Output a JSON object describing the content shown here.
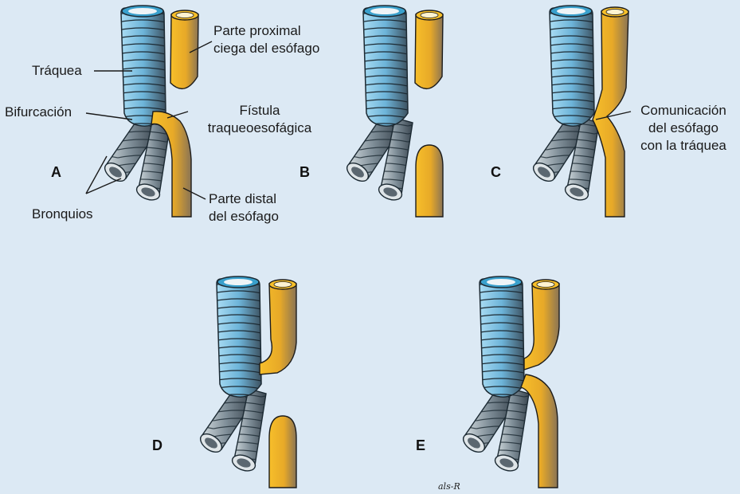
{
  "colors": {
    "background": "#dce9f4",
    "trachea_light": "#9fd4ee",
    "trachea_mid": "#5aa9cf",
    "trachea_dark": "#3a4650",
    "esophagus_light": "#f7bf2a",
    "esophagus_dark": "#7a6a52"
  },
  "panels": {
    "a": {
      "letter": "A"
    },
    "b": {
      "letter": "B"
    },
    "c": {
      "letter": "C"
    },
    "d": {
      "letter": "D"
    },
    "e": {
      "letter": "E"
    }
  },
  "labels": {
    "proximal": "Parte proximal\nciega del esófago",
    "trachea": "Tráquea",
    "bifurcation": "Bifurcación",
    "fistula": "Fístula\ntraqueoesofágica",
    "bronchi": "Bronquios",
    "distal": "Parte distal\ndel esófago",
    "communication": "Comunicación\ndel esófago\ncon la tráquea"
  },
  "signature": "als-R"
}
